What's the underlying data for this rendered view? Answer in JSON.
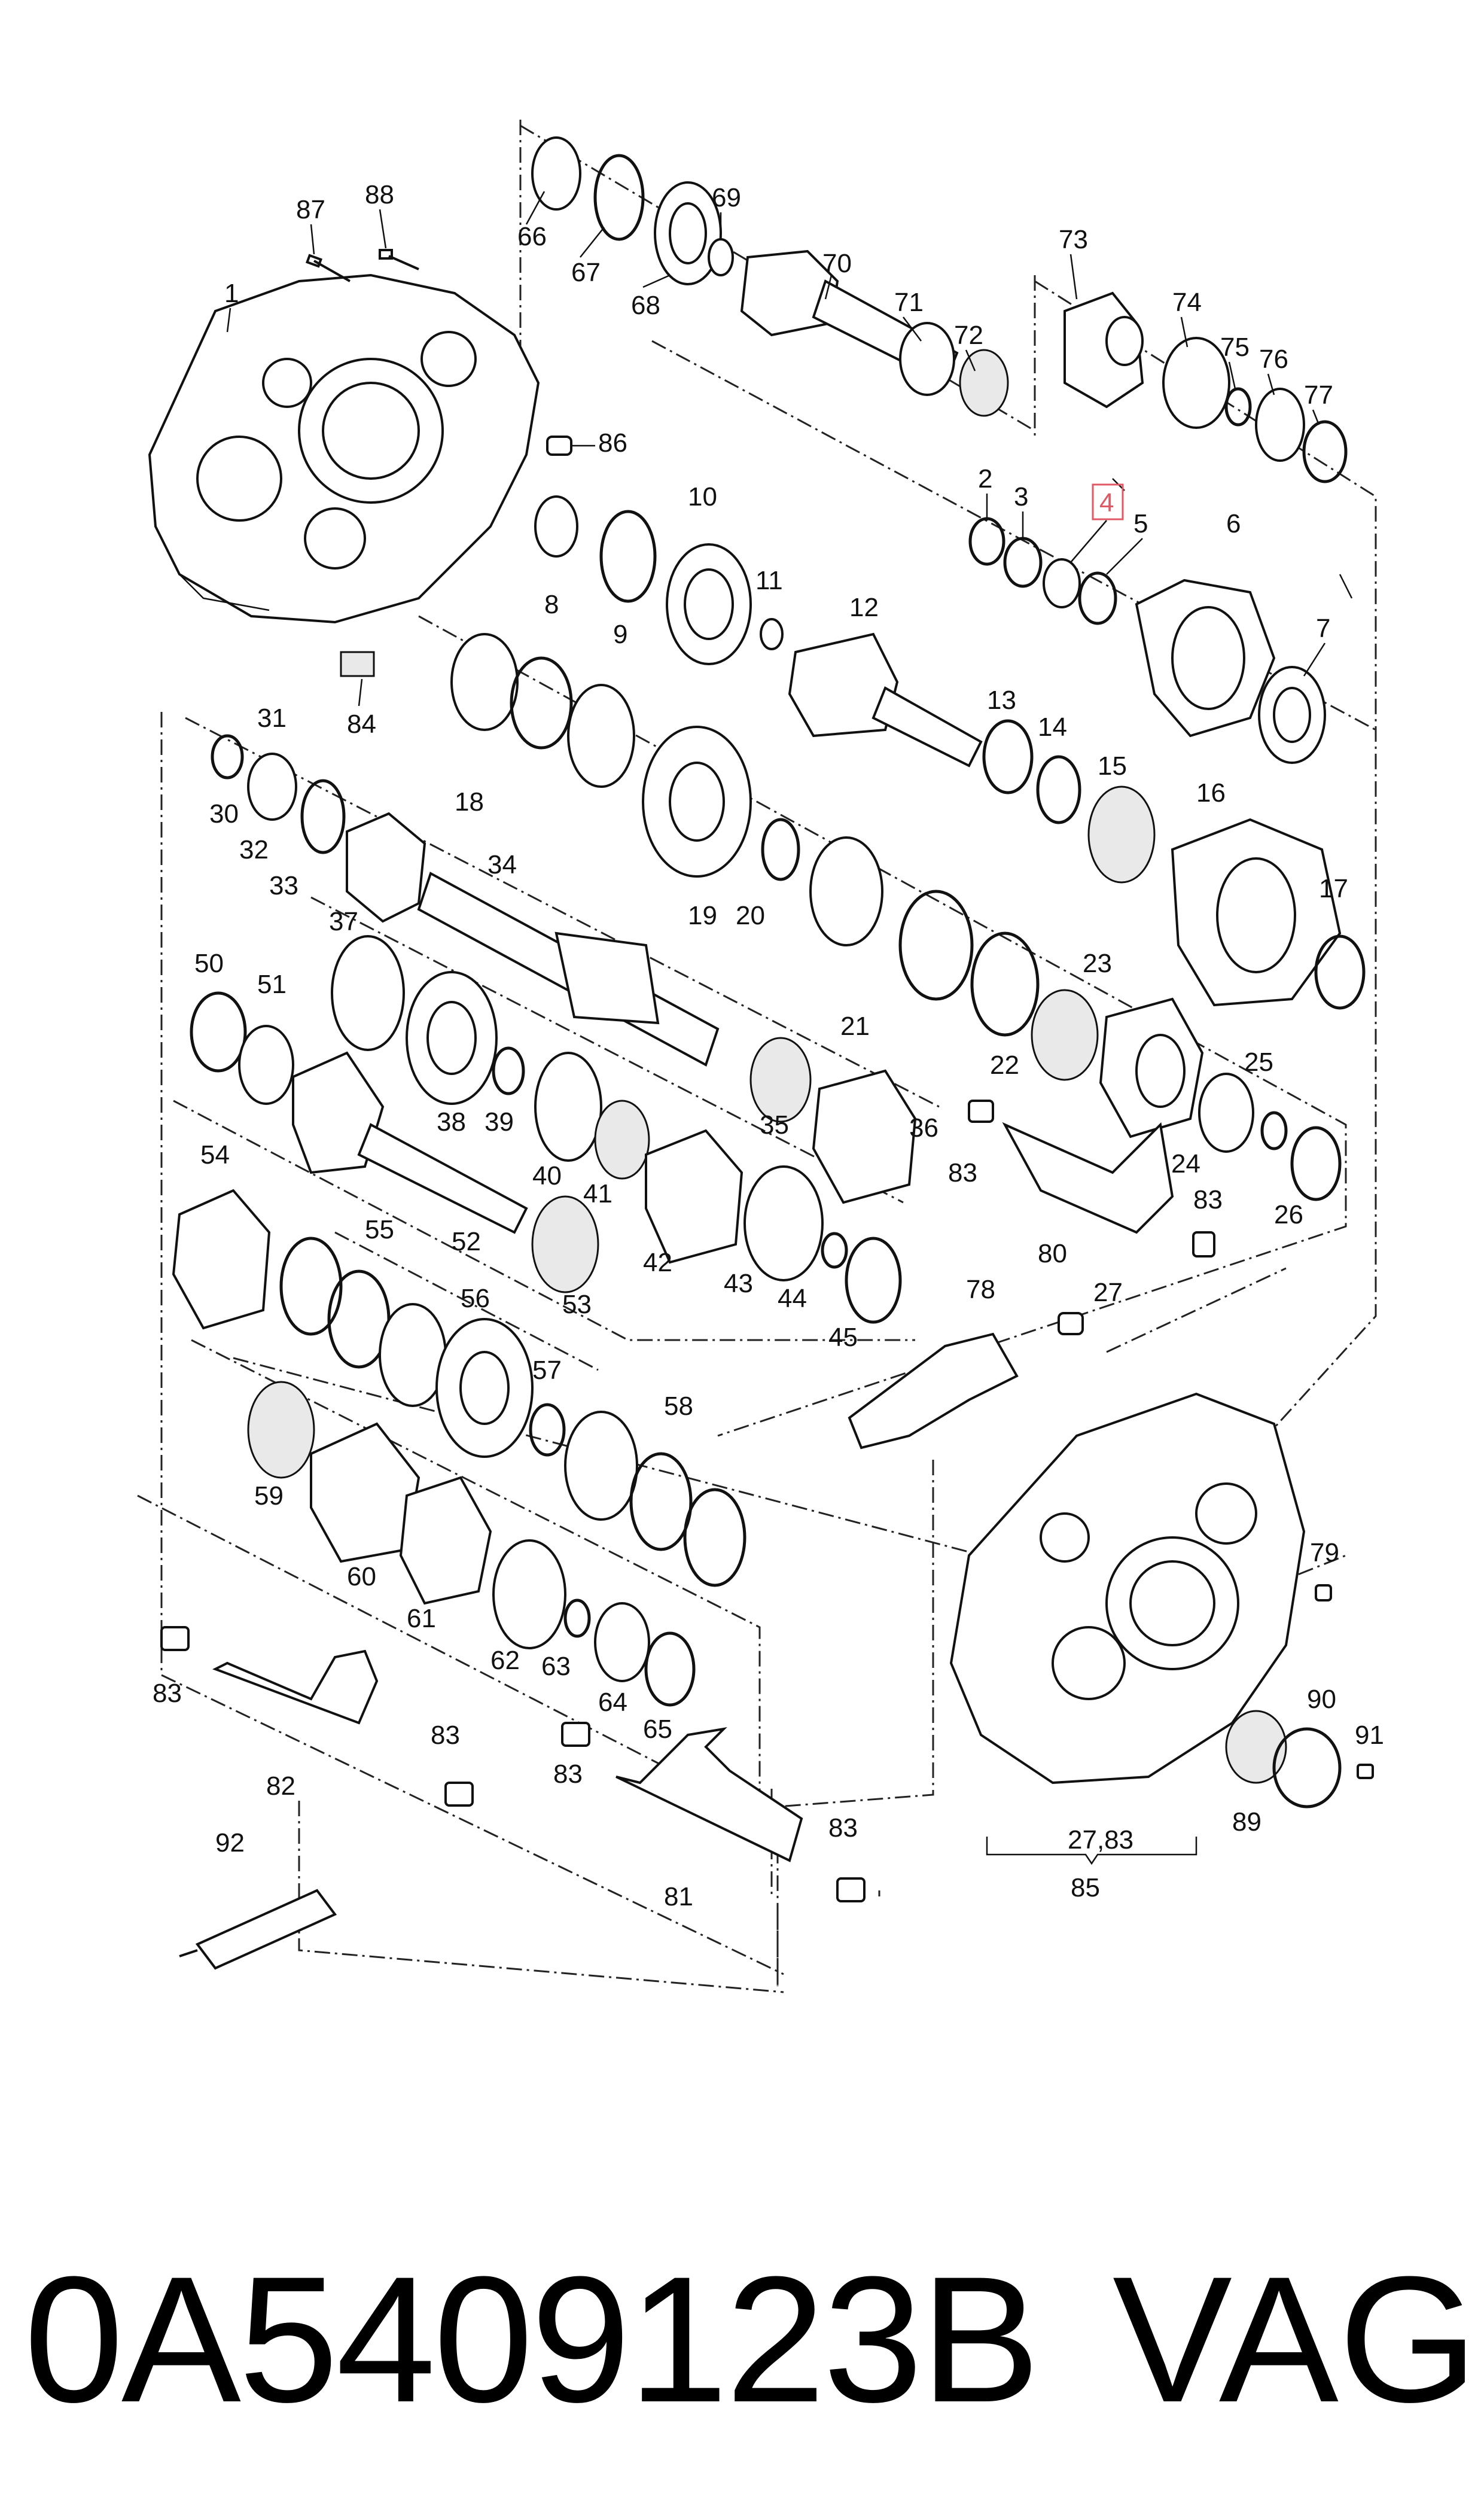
{
  "footer": {
    "part_number": "0A5409123B",
    "brand": "VAG"
  },
  "highlight_color": "#e05a66",
  "callouts": [
    "1",
    "2",
    "3",
    "4",
    "5",
    "6",
    "7",
    "8",
    "9",
    "10",
    "11",
    "12",
    "13",
    "14",
    "15",
    "16",
    "17",
    "18",
    "19",
    "20",
    "21",
    "22",
    "23",
    "24",
    "25",
    "26",
    "27",
    "30",
    "31",
    "32",
    "33",
    "34",
    "35",
    "36",
    "37",
    "38",
    "39",
    "40",
    "41",
    "42",
    "43",
    "44",
    "45",
    "50",
    "51",
    "52",
    "53",
    "54",
    "55",
    "56",
    "57",
    "58",
    "59",
    "60",
    "61",
    "62",
    "63",
    "64",
    "65",
    "66",
    "67",
    "68",
    "69",
    "70",
    "71",
    "72",
    "73",
    "74",
    "75",
    "76",
    "77",
    "78",
    "79",
    "80",
    "81",
    "82",
    "83",
    "84",
    "85",
    "86",
    "87",
    "88",
    "89",
    "90",
    "91",
    "92"
  ],
  "group_note_85": "27,83",
  "highlighted_callout": "4"
}
